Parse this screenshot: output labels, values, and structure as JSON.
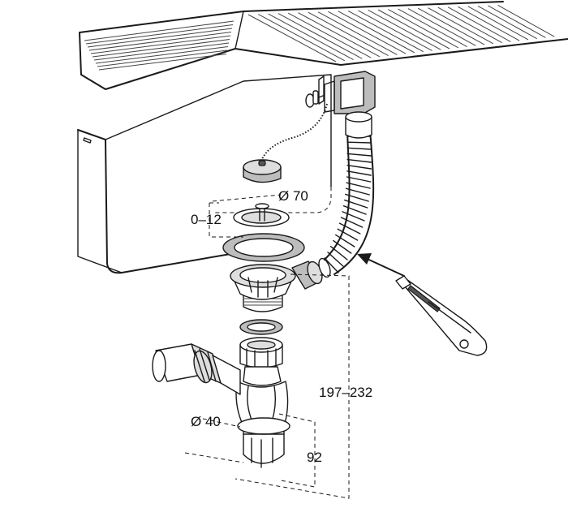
{
  "labels": {
    "outlet_diameter": "Ø 70",
    "gap": "0–12",
    "height_range": "197–232",
    "pipe_diameter": "Ø 40",
    "trap_height": "92"
  }
}
